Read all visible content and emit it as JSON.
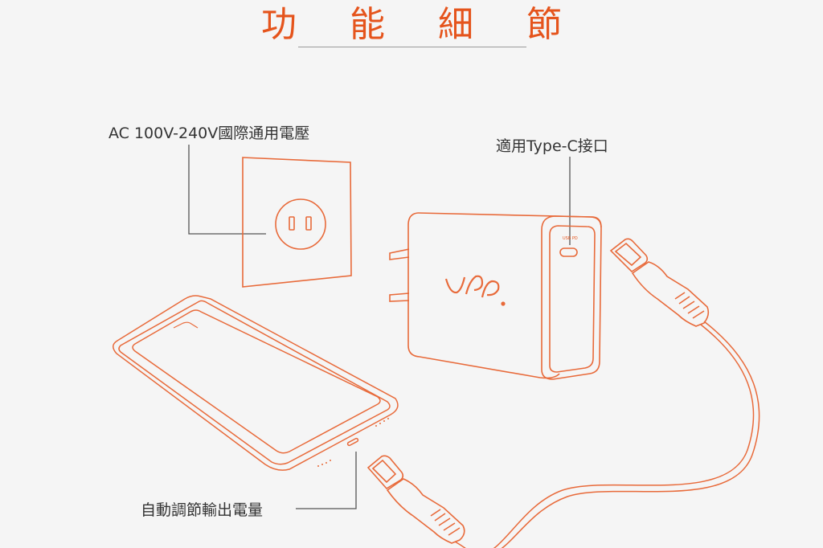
{
  "title": "功 能 細 節",
  "labels": {
    "voltage": "AC 100V-240V國際通用電壓",
    "typec": "適用Type-C接口",
    "auto_output": "自動調節輸出電量"
  },
  "charger": {
    "port_label": "USB PD"
  },
  "colors": {
    "accent": "#e5541c",
    "line": "#e86a3a",
    "leader": "#555555",
    "background": "#f5f5f5"
  }
}
